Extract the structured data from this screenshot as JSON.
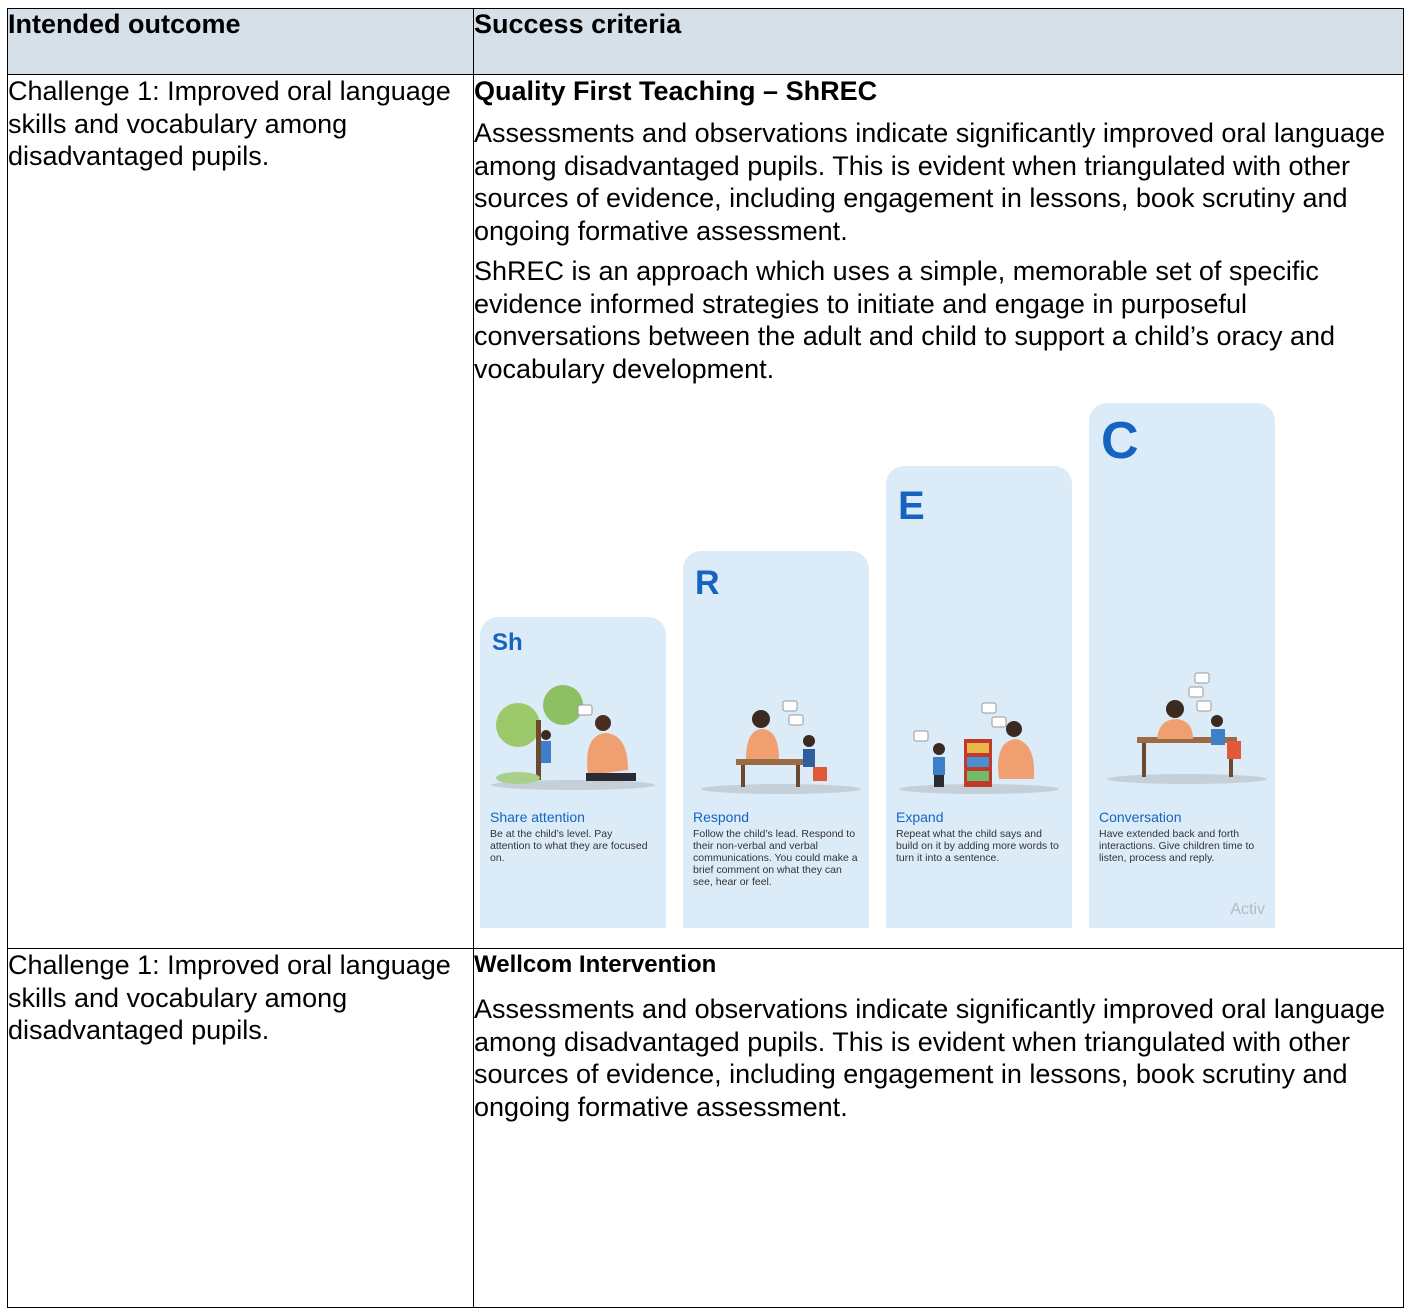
{
  "table": {
    "headers": {
      "col1": "Intended outcome",
      "col2": "Success criteria"
    },
    "row1": {
      "outcome": "Challenge 1: Improved oral language skills and vocabulary among disadvantaged pupils.",
      "criteria_title": "Quality First Teaching – ShREC",
      "paragraphs": [
        "Assessments and observations indicate significantly improved oral language among disadvantaged pupils. This is evident when triangulated with other sources of evidence, including engagement in lessons, book scrutiny and ongoing formative assessment.",
        "ShREC is an approach which uses a simple, memorable set of specific evidence informed strategies to initiate and engage in purposeful conversations between the adult and child to support a child’s oracy and vocabulary development."
      ]
    },
    "row2": {
      "outcome": "Challenge 1: Improved oral language skills and vocabulary among disadvantaged pupils.",
      "criteria_title": "Wellcom Intervention",
      "paragraphs": [
        "Assessments and observations indicate significantly improved oral language among disadvantaged pupils. This is evident when triangulated with other sources of evidence, including engagement in lessons, book scrutiny and ongoing formative assessment."
      ]
    }
  },
  "shrec": {
    "accent_color": "#1565c0",
    "card_color": "#dcebf8",
    "cards": [
      {
        "letter": "Sh",
        "title": "Share attention",
        "description": "Be at the child’s level. Pay attention to what they are focused on.",
        "icon": "share-attention-illustration"
      },
      {
        "letter": "R",
        "title": "Respond",
        "description": "Follow the child’s lead. Respond to their non-verbal and verbal communications. You could make a brief comment on what they can see, hear or feel.",
        "icon": "respond-illustration"
      },
      {
        "letter": "E",
        "title": "Expand",
        "description": "Repeat what the child says and build on it by adding more words to turn it into a sentence.",
        "icon": "expand-illustration"
      },
      {
        "letter": "C",
        "title": "Conversation",
        "description": "Have extended back and forth interactions. Give children time to listen, process and reply.",
        "icon": "conversation-illustration"
      }
    ],
    "watermark": "Activ"
  }
}
